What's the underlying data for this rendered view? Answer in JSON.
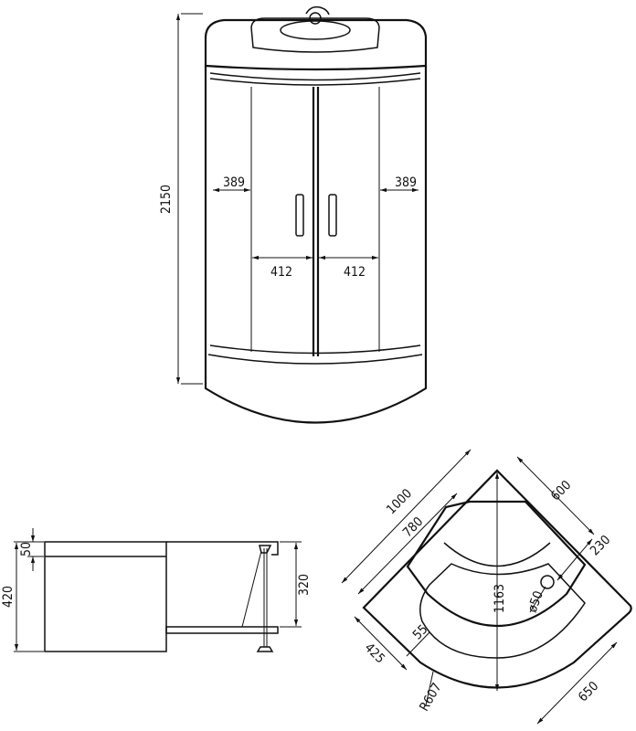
{
  "front_view": {
    "height": "2150",
    "side_left": "389",
    "side_right": "389",
    "door_left": "412",
    "door_right": "412"
  },
  "side_view": {
    "total_height": "420",
    "rim_height": "50",
    "inner_height": "320"
  },
  "top_view": {
    "outer_side": "1000",
    "inner_side": "780",
    "side_right": "600",
    "seat_depth": "230",
    "diagonal": "1163",
    "drain": "ø50",
    "rim": "55",
    "straight": "425",
    "radius": "R607",
    "lower_right": "650"
  }
}
